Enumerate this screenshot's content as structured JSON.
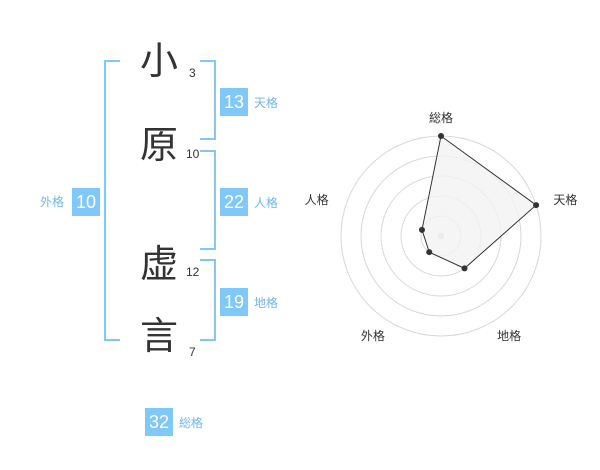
{
  "name": {
    "chars": [
      {
        "char": "小",
        "strokes": "3"
      },
      {
        "char": "原",
        "strokes": "10"
      },
      {
        "char": "虚",
        "strokes": "12"
      },
      {
        "char": "言",
        "strokes": "7"
      }
    ]
  },
  "scores": {
    "gaikaku": {
      "label": "外格",
      "value": "10"
    },
    "tenkaku": {
      "label": "天格",
      "value": "13"
    },
    "jinkaku": {
      "label": "人格",
      "value": "22"
    },
    "chikaku": {
      "label": "地格",
      "value": "19"
    },
    "soukaku": {
      "label": "総格",
      "value": "32"
    }
  },
  "radar": {
    "axes": [
      "総格",
      "天格",
      "地格",
      "外格",
      "人格"
    ],
    "values": [
      5,
      5,
      2,
      1,
      1
    ],
    "max": 5,
    "colors": {
      "fill": "#f2f2f2",
      "line": "#333333",
      "grid": "#d8d8d8",
      "dot": "#333333",
      "center": "#cccccc"
    }
  },
  "accent_color": "#7fc8f8"
}
